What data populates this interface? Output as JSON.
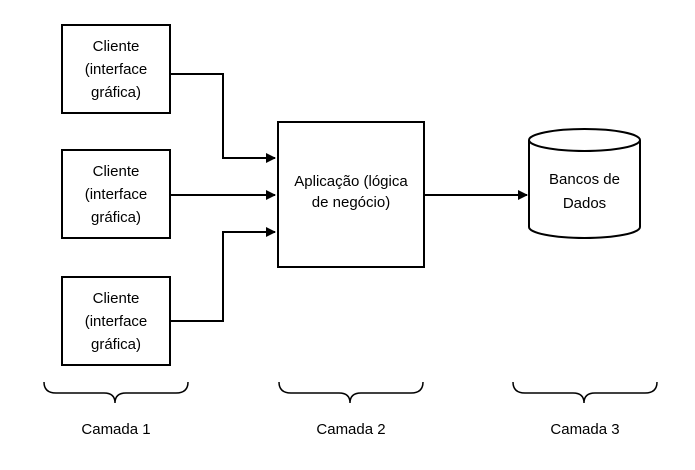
{
  "clients": [
    {
      "line1": "Cliente",
      "line2": "(interface",
      "line3": "gráfica)"
    },
    {
      "line1": "Cliente",
      "line2": "(interface",
      "line3": "gráfica)"
    },
    {
      "line1": "Cliente",
      "line2": "(interface",
      "line3": "gráfica)"
    }
  ],
  "application": {
    "line1": "Aplicação (lógica",
    "line2": "de negócio)"
  },
  "database": {
    "line1": "Bancos de",
    "line2": "Dados"
  },
  "layers": [
    "Camada 1",
    "Camada 2",
    "Camada 3"
  ]
}
